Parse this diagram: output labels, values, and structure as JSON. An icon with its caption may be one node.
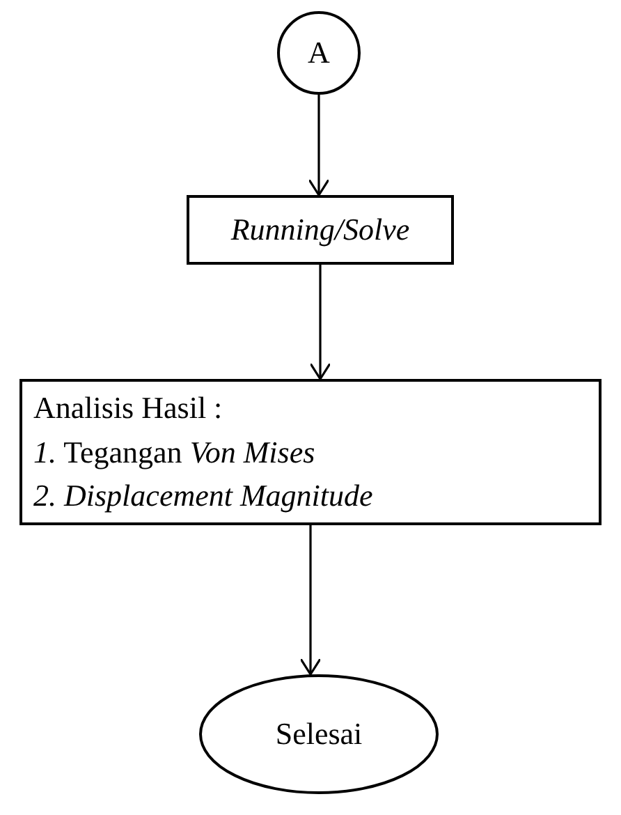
{
  "diagram": {
    "nodes": [
      {
        "text": [
          "A"
        ]
      },
      {
        "text": [
          "Running/Solve"
        ]
      },
      {
        "text": [
          "Analisis Hasil :",
          "*1.* Tegangan *Von Mises*",
          "2. Displacement Magnitude"
        ]
      },
      {
        "text": [
          "Selesai"
        ]
      }
    ],
    "edges": [
      {
        "from": 0,
        "to": 1,
        "arrow": "to"
      },
      {
        "from": 1,
        "to": 2,
        "arrow": "to"
      },
      {
        "from": 2,
        "to": 3,
        "arrow": "to"
      }
    ]
  }
}
